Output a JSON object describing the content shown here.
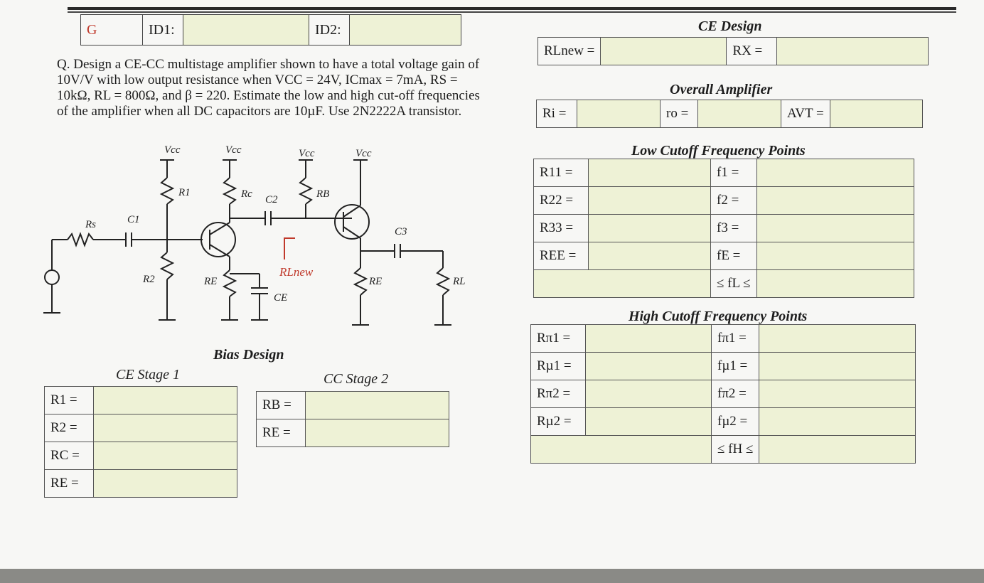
{
  "header": {
    "group": "G",
    "id1_label": "ID1:",
    "id2_label": "ID2:"
  },
  "question": "Q. Design a CE-CC multistage amplifier shown to have a total voltage gain of 10V/V with low output resistance when VCC = 24V, ICmax = 7mA, RS = 10kΩ, RL = 800Ω, and β = 220. Estimate the low and high cut-off frequencies of the amplifier when all DC capacitors are 10µF. Use 2N2222A transistor.",
  "circuit_labels": {
    "vcc": "Vcc",
    "rs": "Rs",
    "c1": "C1",
    "r1": "R1",
    "r2": "R2",
    "rc": "Rc",
    "c2": "C2",
    "rb": "RB",
    "re1": "RE",
    "ce": "CE",
    "rlnew": "RLnew",
    "re2": "RE",
    "c3": "C3",
    "rl": "RL"
  },
  "bias_design": {
    "title": "Bias Design",
    "stage1_title": "CE Stage 1",
    "stage1_rows": [
      "R1 =",
      "R2 =",
      "RC =",
      "RE ="
    ],
    "stage2_title": "CC Stage 2",
    "stage2_rows": [
      "RB =",
      "RE ="
    ]
  },
  "ce_design": {
    "title": "CE Design",
    "rlnew": "RLnew =",
    "rx": "RX ="
  },
  "overall": {
    "title": "Overall Amplifier",
    "ri": "Ri =",
    "ro": "ro =",
    "avt": "AVT ="
  },
  "low_cutoff": {
    "title": "Low Cutoff Frequency Points",
    "rows": [
      [
        "R11 =",
        "f1 ="
      ],
      [
        "R22 =",
        "f2 ="
      ],
      [
        "R33 =",
        "f3 ="
      ],
      [
        "REE =",
        "fE ="
      ]
    ],
    "range": "≤ fL ≤"
  },
  "high_cutoff": {
    "title": "High Cutoff Frequency Points",
    "rows": [
      [
        "Rπ1 =",
        "fπ1 ="
      ],
      [
        "Rµ1 =",
        "fµ1 ="
      ],
      [
        "Rπ2 =",
        "fπ2 ="
      ],
      [
        "Rµ2 =",
        "fµ2 ="
      ]
    ],
    "range": "≤ fH ≤"
  }
}
